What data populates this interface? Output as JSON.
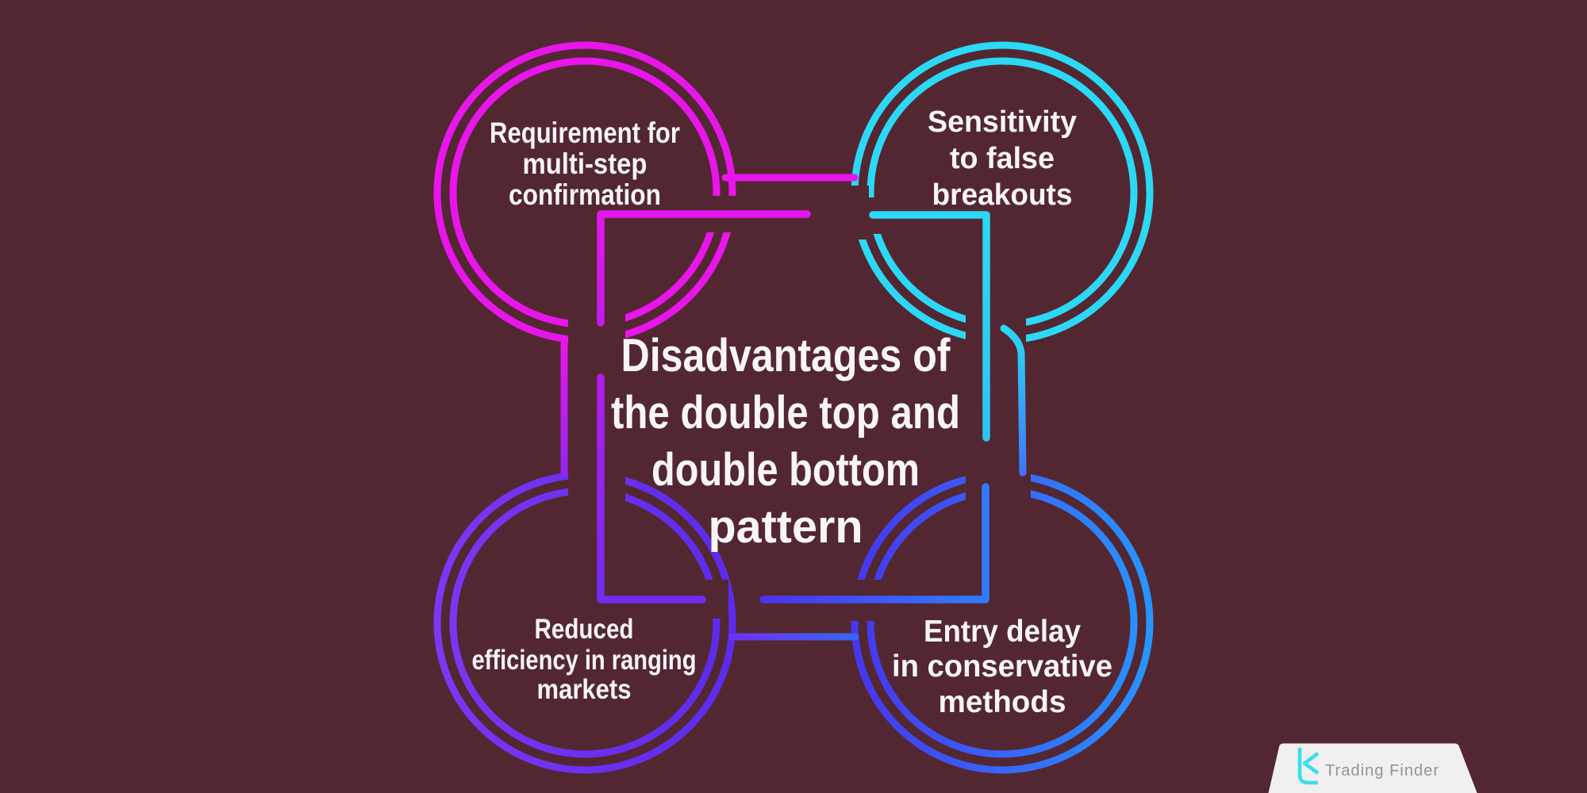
{
  "canvas": {
    "background": "#532732"
  },
  "title": {
    "lines": [
      "Disadvantages of",
      "the double top and",
      "double bottom",
      "pattern"
    ],
    "color": "#F8F5F7"
  },
  "nodes": [
    {
      "position": "top-left",
      "color": "#E816EB",
      "lines": [
        "Requirement for",
        "multi-step",
        "confirmation"
      ]
    },
    {
      "position": "top-right",
      "color": "#2BD9F5",
      "lines": [
        "Sensitivity",
        "to false",
        "breakouts"
      ]
    },
    {
      "position": "bottom-left",
      "color": "#6C2DF2",
      "lines": [
        "Reduced",
        "efficiency in ranging",
        "markets"
      ]
    },
    {
      "position": "bottom-right",
      "color": "#2E6FFE",
      "lines": [
        "Entry delay",
        "in conservative",
        "methods"
      ]
    }
  ],
  "brand": {
    "name": "Trading Finder",
    "icon": "trading-finder-glyph",
    "accent_color": "#3ADFEA",
    "text_color": "#969394",
    "badge_color": "#F1EFF0"
  }
}
